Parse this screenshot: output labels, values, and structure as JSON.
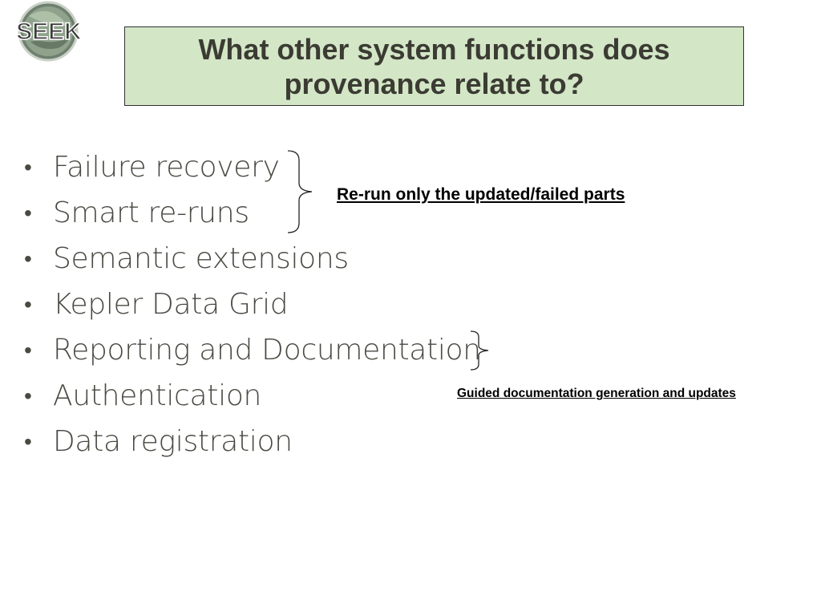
{
  "logo": {
    "text": "SEEK"
  },
  "title": {
    "line1": "What other system functions does",
    "line2": "provenance relate to?"
  },
  "bullets": [
    "Failure recovery",
    "Smart re-runs",
    "Semantic extensions",
    "Kepler Data Grid",
    "Reporting and Documentation",
    "Authentication",
    "Data registration"
  ],
  "annotations": {
    "rerun": "Re-run only the updated/failed parts",
    "docs": "Guided documentation generation and updates"
  },
  "colors": {
    "title_bg": "#d3e6c6",
    "title_text": "#3b3b33",
    "bullet_text": "#4a4a43"
  }
}
